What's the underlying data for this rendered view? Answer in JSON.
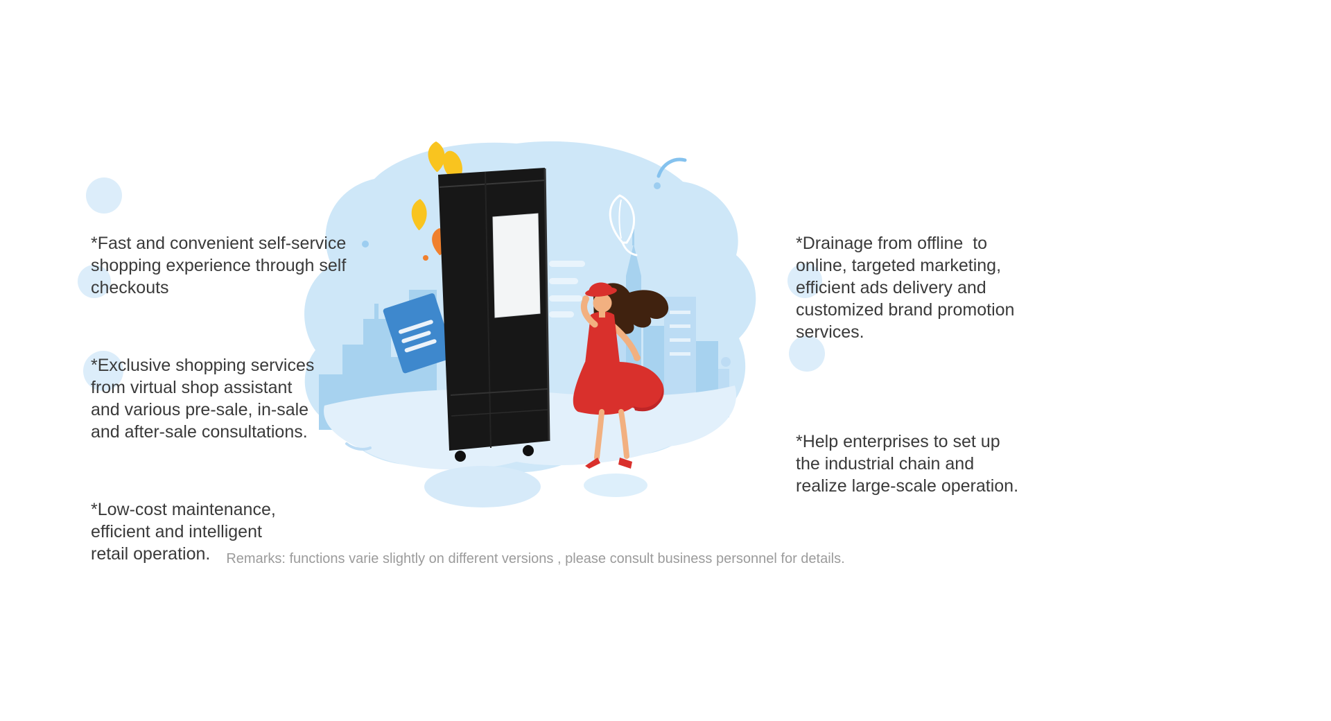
{
  "left_column": {
    "bullets": [
      {
        "text": "*Fast and convenient self-service\nshopping experience through self\ncheckouts"
      },
      {
        "text": "*Exclusive shopping services\nfrom virtual shop assistant\nand various pre-sale, in-sale\nand after-sale consultations."
      },
      {
        "text": "*Low-cost maintenance,\nefficient and intelligent\nretail operation."
      }
    ]
  },
  "right_column": {
    "bullets": [
      {
        "text": "*Drainage from offline  to\nonline, targeted marketing,\nefficient ads delivery and\ncustomized brand promotion\nservices."
      },
      {
        "text": "*Help enterprises to set up\nthe industrial chain and\nrealize large-scale operation."
      }
    ]
  },
  "footer": {
    "remark": "Remarks: functions varie slightly on different versions , please consult business personnel for details."
  },
  "illustration": {
    "parts": [
      "background-blob",
      "city-skyline",
      "vending-kiosk",
      "kiosk-screen",
      "blue-sign-card",
      "yellow-leaves",
      "woman-in-red-dress",
      "ground-shadows"
    ],
    "colors": {
      "blob": "#cee7f8",
      "ground": "#e2f0fb",
      "skyline": "#a7d2ef",
      "skyline_light": "#bcdcf4",
      "kiosk": "#171717",
      "screen": "#f3f5f6",
      "card": "#3e88cd",
      "leaf_yellow": "#f9c41f",
      "leaf_orange": "#f0802e",
      "dress": "#d9302c",
      "skin": "#f2b080",
      "hair": "#40220f",
      "accent_circle": "#dcedfa",
      "text": "#3a3a3a",
      "remark_text": "#9b9b9b"
    }
  }
}
